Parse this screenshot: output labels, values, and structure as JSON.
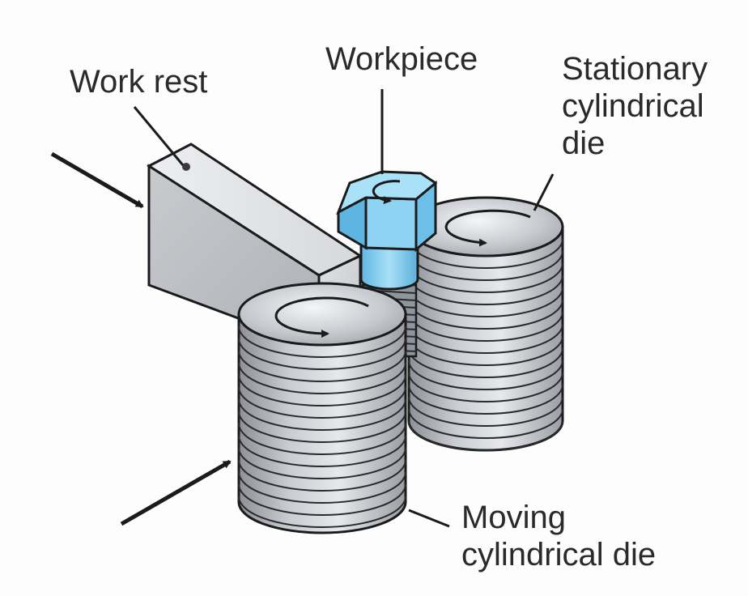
{
  "labels": {
    "work_rest": "Work rest",
    "workpiece": "Workpiece",
    "stationary_die": [
      "Stationary",
      "cylindrical",
      "die"
    ],
    "moving_die": [
      "Moving",
      "cylindrical die"
    ]
  },
  "colors": {
    "workpiece": "#7fcdf0",
    "workpiece_dark": "#4aa9d8",
    "work_rest": "#d2d4d8",
    "die_metal": "#b8bcc2",
    "outline": "#1b1b1b"
  }
}
